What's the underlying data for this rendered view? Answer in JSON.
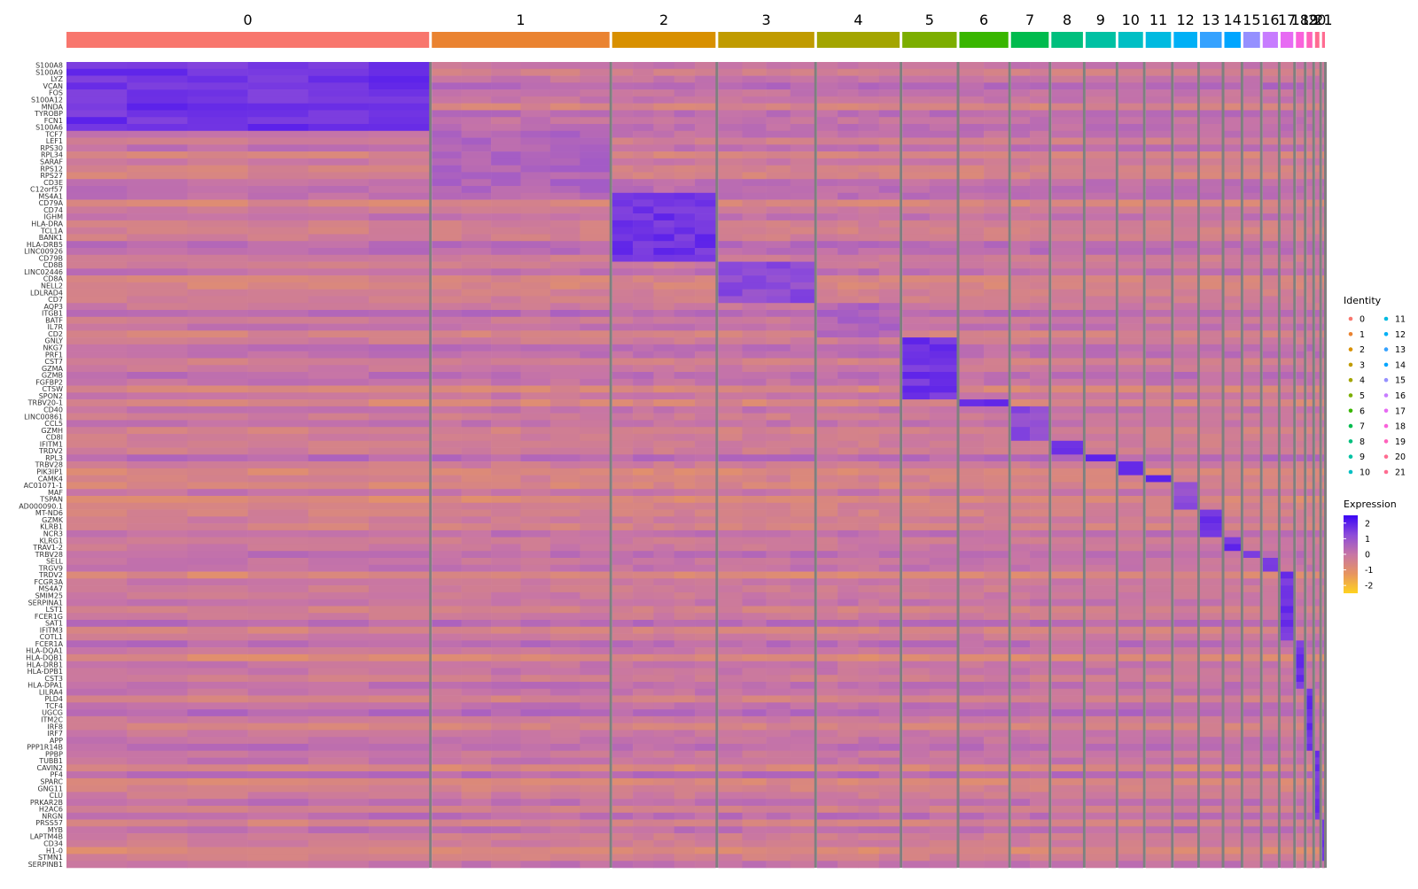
{
  "chart_data": {
    "type": "heatmap",
    "clusters": [
      "0",
      "1",
      "2",
      "3",
      "4",
      "5",
      "6",
      "7",
      "8",
      "9",
      "10",
      "11",
      "12",
      "13",
      "14",
      "15",
      "16",
      "17",
      "18",
      "19",
      "20",
      "21"
    ],
    "cluster_colors": [
      "#F8766D",
      "#EA8331",
      "#D89000",
      "#C09B00",
      "#A3A500",
      "#7CAE00",
      "#39B600",
      "#00BB4E",
      "#00BF7D",
      "#00C1A3",
      "#00BFC4",
      "#00BAE0",
      "#00B0F6",
      "#35A2FF",
      "#00A5FF",
      "#9590FF",
      "#C77CFF",
      "#E76BF3",
      "#FA62DB",
      "#FF62BC",
      "#FF6C91",
      "#FF6C91"
    ],
    "cluster_cell_counts": [
      1000,
      490,
      285,
      265,
      228,
      150,
      135,
      104,
      87,
      83,
      68,
      70,
      65,
      60,
      45,
      46,
      42,
      35,
      22,
      16,
      12,
      8
    ],
    "genes": [
      "S100A8",
      "S100A9",
      "LYZ",
      "VCAN",
      "FOS",
      "S100A12",
      "MNDA",
      "TYROBP",
      "FCN1",
      "S100A6",
      "TCF7",
      "LEF1",
      "RPS30",
      "RPL34",
      "SARAF",
      "RPS12",
      "RPS27",
      "CD3E",
      "C12orf57",
      "MS4A1",
      "CD79A",
      "CD74",
      "IGHM",
      "HLA-DRA",
      "TCL1A",
      "BANK1",
      "HLA-DRB5",
      "LINC00926",
      "CD79B",
      "CD8B",
      "LINC02446",
      "CD8A",
      "NELL2",
      "LDLRAD4",
      "CD7",
      "AQP3",
      "ITGB1",
      "BATF",
      "IL7R",
      "CD2",
      "GNLY",
      "NKG7",
      "PRF1",
      "CST7",
      "GZMA",
      "GZMB",
      "FGFBP2",
      "CTSW",
      "SPON2",
      "TRBV20-1",
      "CD40",
      "LINC00861",
      "CCL5",
      "GZMH",
      "CD8I",
      "IFITM1",
      "TRDV2",
      "RPL3",
      "TRBV28",
      "PIK3IP1",
      "CAMK4",
      "AC01071-1",
      "MAF",
      "TSPAN",
      "AD000090.1",
      "MT-ND6",
      "GZMK",
      "KLRB1",
      "NCR3",
      "KLRG1",
      "TRAV1-2",
      "TRBV28",
      "SELL",
      "TRGV9",
      "TRDV2",
      "FCGR3A",
      "MS4A7",
      "SMIM25",
      "SERPINA1",
      "LST1",
      "FCER1G",
      "SAT1",
      "IFITM3",
      "COTL1",
      "FCER1A",
      "HLA-DQA1",
      "HLA-DQB1",
      "HLA-DRB1",
      "HLA-DPB1",
      "CST3",
      "HLA-DPA1",
      "LILRA4",
      "PLD4",
      "TCF4",
      "UGCG",
      "ITM2C",
      "IRF8",
      "IRF7",
      "APP",
      "PPP1R14B",
      "PPBP",
      "TUBB1",
      "CAVIN2",
      "PF4",
      "SPARC",
      "GNG11",
      "CLU",
      "PRKAR2B",
      "H2AC6",
      "NRGN",
      "PRSS57",
      "MYB",
      "LAPTM4B",
      "CD34",
      "H1-0",
      "STMN1",
      "SERPINB1"
    ],
    "marker_blocks": [
      {
        "cluster": "0",
        "rows": [
          0,
          10
        ],
        "level": 2
      },
      {
        "cluster": "1",
        "rows": [
          10,
          19
        ],
        "level": 0.8
      },
      {
        "cluster": "2",
        "rows": [
          19,
          29
        ],
        "level": 2
      },
      {
        "cluster": "3",
        "rows": [
          29,
          35
        ],
        "level": 1.5
      },
      {
        "cluster": "4",
        "rows": [
          35,
          40
        ],
        "level": 0.8
      },
      {
        "cluster": "5",
        "rows": [
          40,
          49
        ],
        "level": 2
      },
      {
        "cluster": "6",
        "rows": [
          49,
          50
        ],
        "level": 2
      },
      {
        "cluster": "7",
        "rows": [
          50,
          55
        ],
        "level": 1.5
      },
      {
        "cluster": "8",
        "rows": [
          55,
          57
        ],
        "level": 2
      },
      {
        "cluster": "9",
        "rows": [
          57,
          58
        ],
        "level": 2
      },
      {
        "cluster": "10",
        "rows": [
          58,
          60
        ],
        "level": 2
      },
      {
        "cluster": "11",
        "rows": [
          60,
          61
        ],
        "level": 2
      },
      {
        "cluster": "12",
        "rows": [
          61,
          65
        ],
        "level": 1.5
      },
      {
        "cluster": "13",
        "rows": [
          65,
          69
        ],
        "level": 2
      },
      {
        "cluster": "14",
        "rows": [
          69,
          71
        ],
        "level": 2
      },
      {
        "cluster": "15",
        "rows": [
          71,
          72
        ],
        "level": 2
      },
      {
        "cluster": "16",
        "rows": [
          72,
          74
        ],
        "level": 2
      },
      {
        "cluster": "17",
        "rows": [
          74,
          84
        ],
        "level": 2
      },
      {
        "cluster": "18",
        "rows": [
          84,
          91
        ],
        "level": 2
      },
      {
        "cluster": "19",
        "rows": [
          91,
          100
        ],
        "level": 2
      },
      {
        "cluster": "20",
        "rows": [
          100,
          110
        ],
        "level": 2
      },
      {
        "cluster": "21",
        "rows": [
          110,
          116
        ],
        "level": 2
      }
    ],
    "legend_identity": {
      "title": "Identity",
      "entries": [
        "0",
        "1",
        "2",
        "3",
        "4",
        "5",
        "6",
        "7",
        "8",
        "9",
        "10",
        "11",
        "12",
        "13",
        "14",
        "15",
        "16",
        "17",
        "18",
        "19",
        "20",
        "21"
      ]
    },
    "legend_expression": {
      "title": "Expression",
      "ticks": [
        2,
        1,
        0,
        -1,
        -2
      ],
      "range": [
        -2.5,
        2.5
      ],
      "colors": [
        "#FFD21F",
        "#E79560",
        "#C775A6",
        "#8D4CD9",
        "#3A05F6"
      ]
    }
  }
}
